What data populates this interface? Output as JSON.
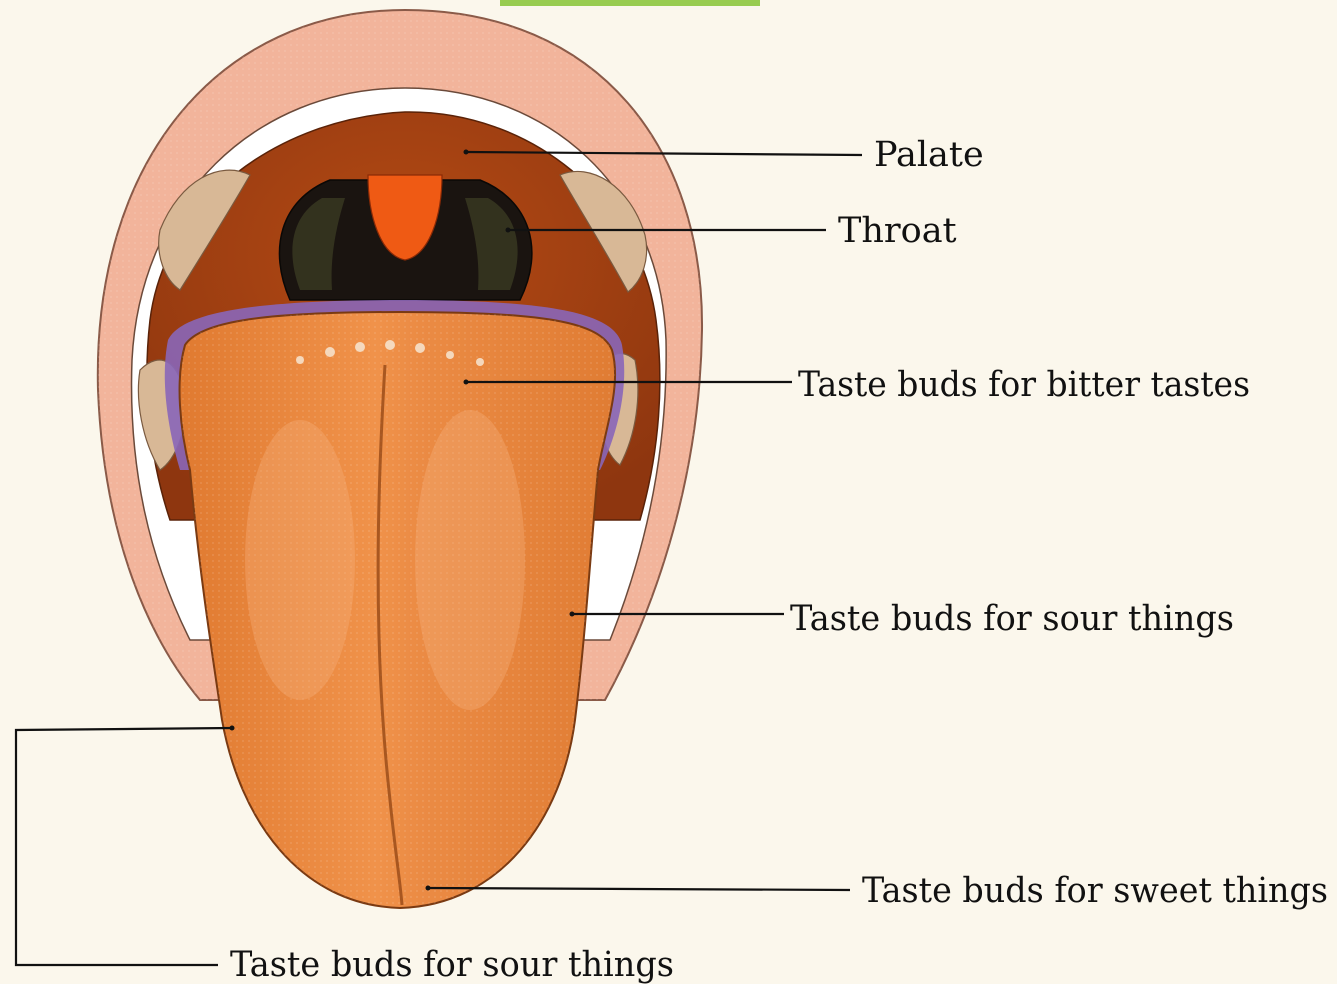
{
  "labels": {
    "palate": "Palate",
    "throat": "Throat",
    "bitter": "Taste buds for bitter tastes",
    "sour_right": "Taste buds for sour things",
    "sweet": "Taste buds for sweet things",
    "sour_left": "Taste buds for sour things"
  },
  "colors": {
    "background": "#fbf7ec",
    "lips": "#f2b49b",
    "palate": "#9c3e12",
    "throat": "#1a1410",
    "uvula": "#ef5a14",
    "tongue": "#e98a3e",
    "tongue_edge": "#8a66b8"
  }
}
